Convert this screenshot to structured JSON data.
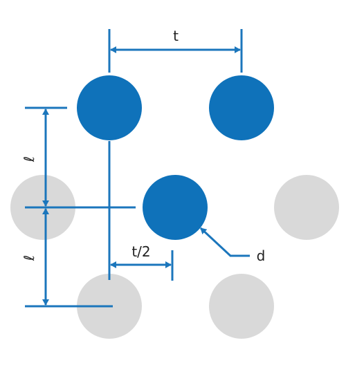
{
  "colors": {
    "hole_active": "#0F72BA",
    "hole_inactive": "#D9D9D9",
    "dimension_line": "#1B76BC",
    "text": "#222222"
  },
  "labels": {
    "pitch": "t",
    "half_pitch": "t/2",
    "diameter": "d",
    "row_spacing_upper": "ℓ",
    "row_spacing_lower": "ℓ"
  }
}
